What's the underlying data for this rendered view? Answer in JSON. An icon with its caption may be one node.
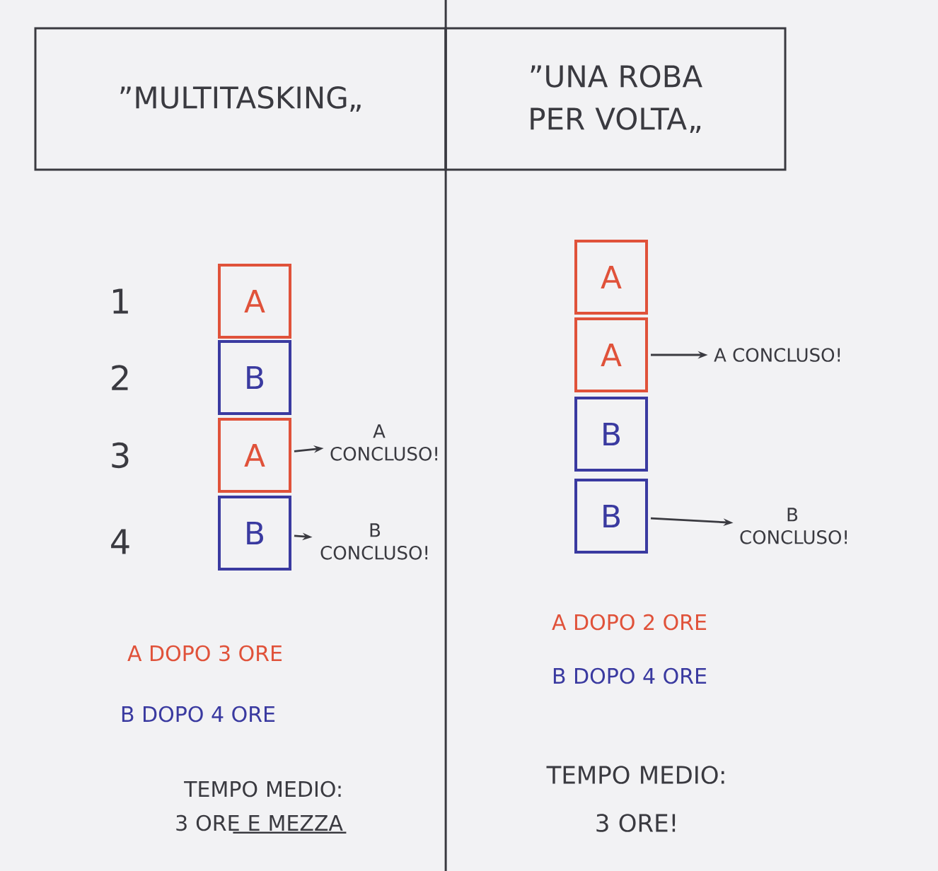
{
  "diagram": {
    "nodes": [
      {
        "text": [
          "”MULTITASKING„"
        ]
      },
      {
        "text": [
          "”UNA ROBA PER VOLTA„"
        ]
      },
      {
        "text": [
          "A"
        ]
      },
      {
        "text": [
          "B"
        ]
      },
      {
        "text": [
          "A"
        ]
      },
      {
        "text": [
          "B"
        ]
      },
      {
        "text": [
          "A CONCLUSO!"
        ]
      },
      {
        "text": [
          "B CONCLUSO!"
        ]
      },
      {
        "text": [
          "A"
        ]
      },
      {
        "text": [
          "A"
        ]
      },
      {
        "text": [
          "B"
        ]
      },
      {
        "text": [
          "B"
        ]
      },
      {
        "text": [
          "A CONCLUSO!"
        ]
      },
      {
        "text": [
          "B CONCLUSO!"
        ]
      }
    ],
    "edges": [
      {
        "from": 4,
        "to": 6,
        "arrow": "to"
      },
      {
        "from": 5,
        "to": 7,
        "arrow": "to"
      },
      {
        "from": 9,
        "to": 12,
        "arrow": "to"
      },
      {
        "from": 11,
        "to": 13,
        "arrow": "to"
      }
    ],
    "labels": [
      "1",
      "2",
      "3",
      "4",
      "A DOPO 3 ORE",
      "B DOPO 4 ORE",
      "TEMPO MEDIO: 3 ORE E MEZZA",
      "A DOPO 2 ORE",
      "B DOPO 4 ORE",
      "TEMPO MEDIO: 3 ORE!"
    ]
  }
}
